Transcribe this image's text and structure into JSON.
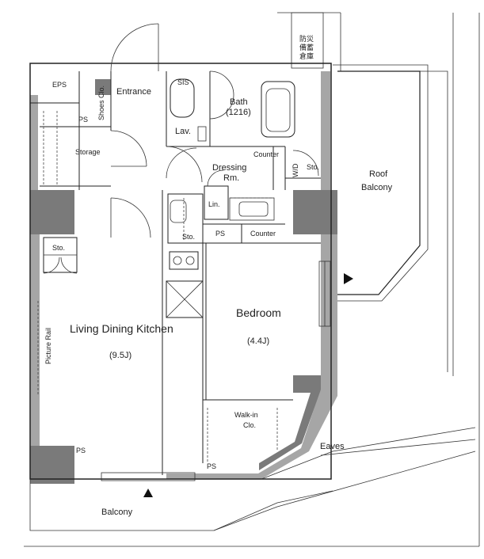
{
  "rooms": {
    "eps": "EPS",
    "entrance": "Entrance",
    "shoes_closet": "Shoes Clo.",
    "ps_entrance": "PS",
    "storage": "Storage",
    "sis": "SIS",
    "lav": "Lav.",
    "bath": "Bath",
    "bath_size": "(1216)",
    "counter_bath": "Counter",
    "wd": "W/D",
    "sto_wd": "Sto.",
    "dressing": "Dressing",
    "dressing_rm": "Rm.",
    "lin": "Lin.",
    "sto_kitchen": "Sto.",
    "ps_kitchen": "PS",
    "counter_kitchen": "Counter",
    "sto_ldk": "Sto.",
    "picture_rail": "Picture Rail",
    "ldk": "Living Dining Kitchen",
    "ldk_size": "(9.5J)",
    "bedroom": "Bedroom",
    "bedroom_size": "(4.4J)",
    "walkin": "Walk-in",
    "walkin_clo": "Clo.",
    "ps_ldk": "PS",
    "ps_bedroom": "PS",
    "eaves": "Eaves",
    "balcony": "Balcony",
    "roof": "Roof",
    "roof_balcony": "Balcony",
    "fire_storage": [
      "防災",
      "備蓄",
      "倉庫"
    ]
  },
  "colors": {
    "wall": "#7a7a7a",
    "wall_light": "#a6a6a6",
    "line": "#222222"
  },
  "icons": {
    "entry_arrow_east": "triangle-right",
    "entry_arrow_north": "triangle-up"
  }
}
